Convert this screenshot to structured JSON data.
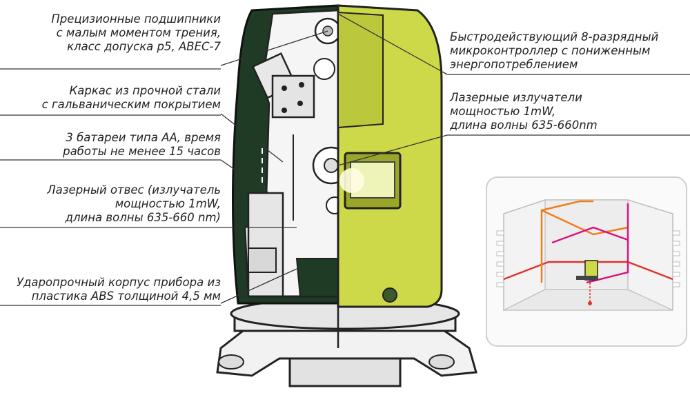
{
  "left_labels": [
    {
      "lines": [
        "Прецизионные подшипники",
        "с малым моментом трения,",
        "класс допуска p5, ABEC-7"
      ]
    },
    {
      "lines": [
        "Каркас из прочной стали",
        "с гальваническим покрытием"
      ]
    },
    {
      "lines": [
        "3 батареи типа АА, время",
        "работы не менее 15 часов"
      ]
    },
    {
      "lines": [
        "Лазерный отвес (излучатель",
        "мощностью 1mW,",
        "длина волны 635-660 nm)"
      ]
    },
    {
      "lines": [
        "Ударопрочный корпус прибора из",
        "пластика ABS толщиной 4,5 мм"
      ]
    }
  ],
  "right_labels": [
    {
      "lines": [
        "Быстродействующий 8-разрядный",
        "микроконтроллер с пониженным",
        "энергопотреблением"
      ]
    },
    {
      "lines": [
        "Лазерные излучатели",
        "мощностью 1mW,",
        "длина волны 635-660nm"
      ]
    }
  ],
  "colors": {
    "housing_green": "#cdd949",
    "housing_dark": "#1f3a25",
    "laser_red": "#e0332d",
    "laser_orange": "#ef7d1a",
    "laser_magenta": "#d6157f"
  }
}
